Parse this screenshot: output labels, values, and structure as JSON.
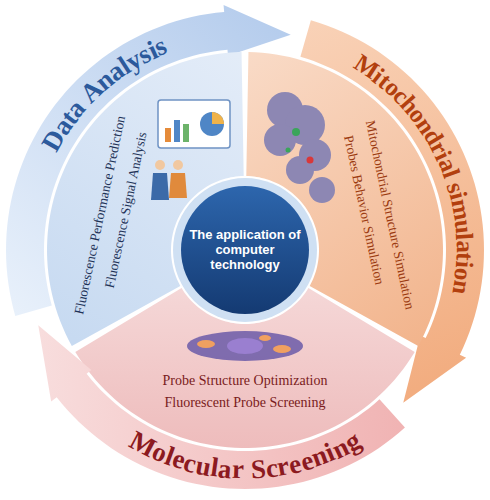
{
  "diagram": {
    "nodes": [
      {
        "text": [
          "Data Analysis"
        ]
      },
      {
        "text": [
          "Fluorescence Performance Prediction",
          "Fluorescence Signal Analysis"
        ]
      },
      {
        "text": [
          "Mitochondrial simulation"
        ]
      },
      {
        "text": [
          "Mitochondrial Structure Simulation",
          "Probes Behavior Simulation"
        ]
      },
      {
        "text": [
          "The application of computer technology"
        ]
      },
      {
        "text": [
          "Probe Structure Optimization",
          "Fluorescent Probe Screening"
        ]
      },
      {
        "text": [
          "Molecular Screening"
        ]
      }
    ]
  }
}
